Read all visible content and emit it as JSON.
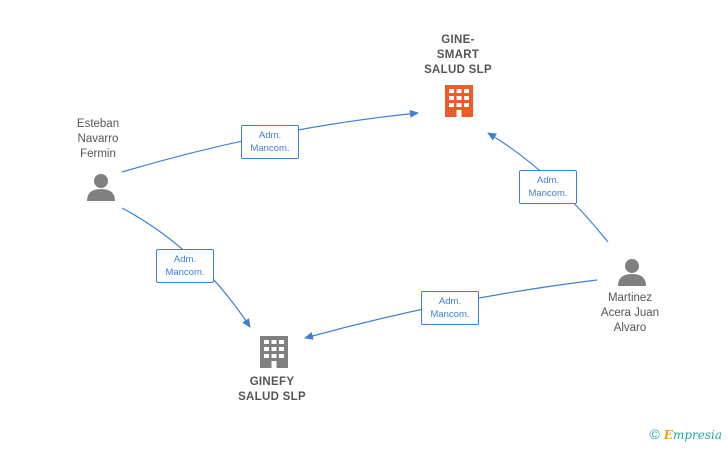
{
  "nodes": {
    "gine_smart": {
      "label": "GINE-\nSMART\nSALUD  SLP",
      "type": "company",
      "color": "#f05a28"
    },
    "ginefy": {
      "label": "GINEFY\nSALUD  SLP",
      "type": "company",
      "color": "#808080"
    },
    "esteban": {
      "label": "Esteban\nNavarro\nFermin",
      "type": "person",
      "color": "#808080"
    },
    "martinez": {
      "label": "Martinez\nAcera Juan\nAlvaro",
      "type": "person",
      "color": "#808080"
    }
  },
  "edges": [
    {
      "from": "esteban",
      "to": "gine_smart",
      "label": "Adm.\nMancom."
    },
    {
      "from": "martinez",
      "to": "gine_smart",
      "label": "Adm.\nMancom."
    },
    {
      "from": "esteban",
      "to": "ginefy",
      "label": "Adm.\nMancom."
    },
    {
      "from": "martinez",
      "to": "ginefy",
      "label": "Adm.\nMancom."
    }
  ],
  "colors": {
    "edge": "#3b7fd6",
    "label_text": "#555555"
  },
  "brand": {
    "copyright": "©",
    "e": "E",
    "rest": "mpresia"
  }
}
